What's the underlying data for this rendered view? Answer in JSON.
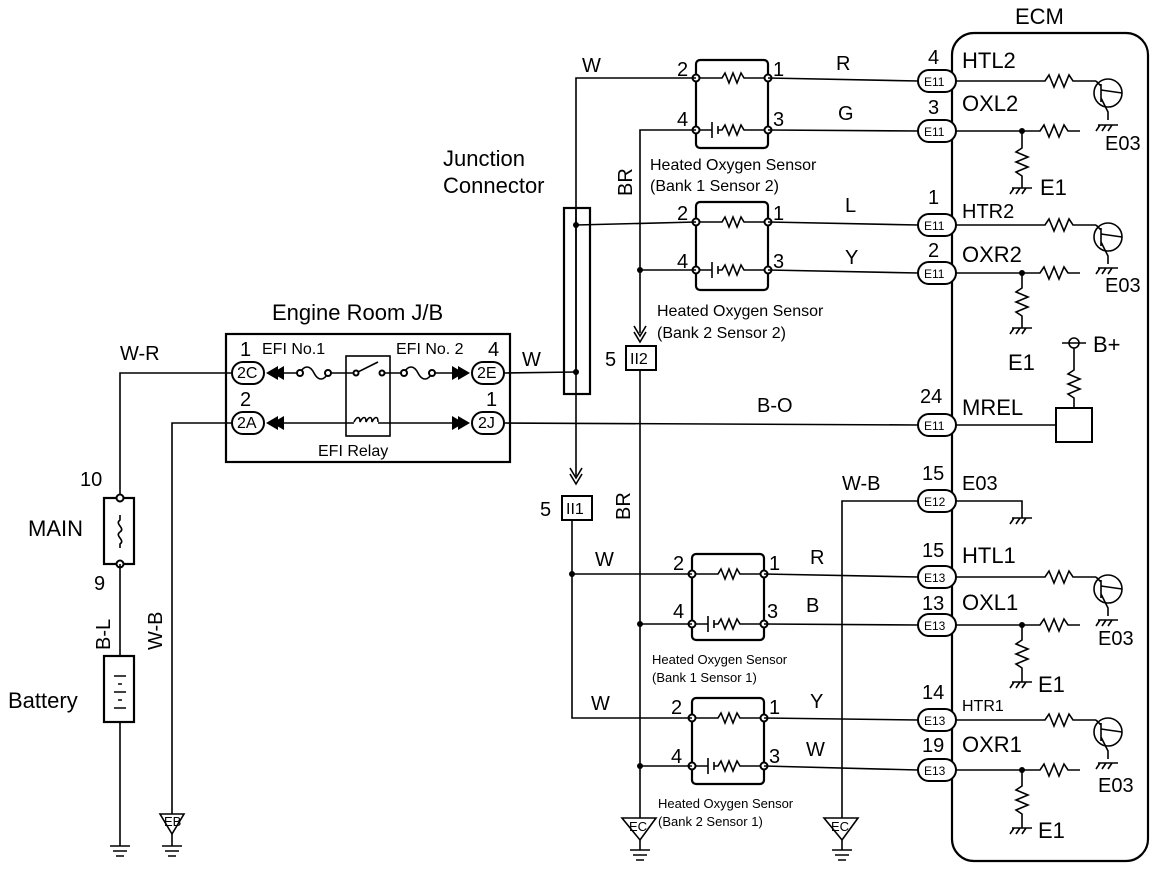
{
  "ecm": {
    "title": "ECM"
  },
  "ecm_pins": {
    "htl2": "HTL2",
    "oxl2": "OXL2",
    "htr2": "HTR2",
    "oxr2": "OXR2",
    "mrel": "MREL",
    "e03": "E03",
    "htl1": "HTL1",
    "oxl1": "OXL1",
    "htr1": "HTR1",
    "oxr1": "OXR1"
  },
  "ecm_pin_numbers": {
    "htl2": "4",
    "oxl2": "3",
    "htr2": "1",
    "oxr2": "2",
    "mrel": "24",
    "e03": "15",
    "htl1": "15",
    "oxl1": "13",
    "htr1": "14",
    "oxr1": "19"
  },
  "ecm_connectors": {
    "e11": "E11",
    "e12": "E12",
    "e13": "E13"
  },
  "ecm_internal": {
    "e03": "E03",
    "e1": "E1",
    "bplus": "B+"
  },
  "sensors": {
    "b1s2": {
      "line1": "Heated Oxygen Sensor",
      "line2": "(Bank 1 Sensor 2)"
    },
    "b2s2": {
      "line1": "Heated Oxygen Sensor",
      "line2": "(Bank 2 Sensor 2)"
    },
    "b1s1": {
      "line1": "Heated Oxygen Sensor",
      "line2": "(Bank 1 Sensor 1)"
    },
    "b2s1": {
      "line1": "Heated Oxygen Sensor",
      "line2": "(Bank 2 Sensor 1)"
    }
  },
  "sensor_pins": {
    "p1": "1",
    "p2": "2",
    "p3": "3",
    "p4": "4"
  },
  "wire_colors": {
    "w": "W",
    "r": "R",
    "g": "G",
    "l": "L",
    "y": "Y",
    "br": "BR",
    "b": "B",
    "bo": "B-O",
    "wb": "W-B",
    "wr": "W-R",
    "bl": "B-L"
  },
  "junction": {
    "line1": "Junction",
    "line2": "Connector"
  },
  "junction_connectors": {
    "ii2": "II2",
    "ii1": "II1",
    "pin": "5"
  },
  "jb": {
    "title": "Engine Room J/B",
    "efi1": "EFI No.1",
    "efi2": "EFI No. 2",
    "relay": "EFI Relay",
    "c2c": "2C",
    "c2a": "2A",
    "c2e": "2E",
    "c2j": "2J",
    "pin1": "1",
    "pin2": "2",
    "pin4": "4"
  },
  "battery": {
    "main": "MAIN",
    "battery": "Battery",
    "pin10": "10",
    "pin9": "9"
  },
  "grounds": {
    "eb": "EB",
    "ec": "EC"
  }
}
